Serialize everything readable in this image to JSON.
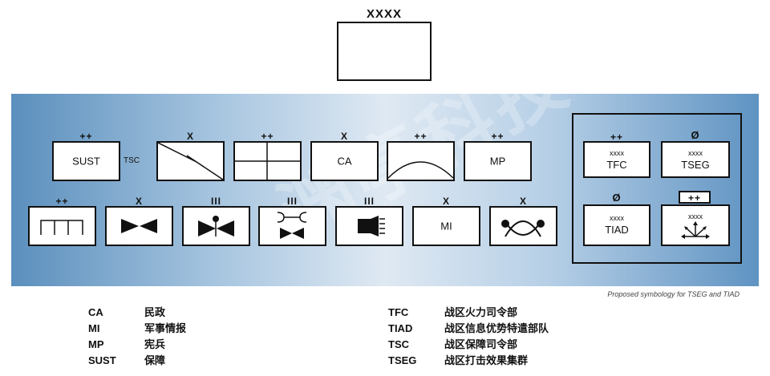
{
  "top_unit": {
    "echelon": "XXXX"
  },
  "row1": [
    {
      "echelon": "++",
      "label": "SUST",
      "side_label": "TSC"
    },
    {
      "echelon": "X"
    },
    {
      "echelon": "++"
    },
    {
      "echelon": "X",
      "label": "CA"
    },
    {
      "echelon": "++"
    },
    {
      "echelon": "++",
      "label": "MP"
    }
  ],
  "row2": [
    {
      "echelon": "++"
    },
    {
      "echelon": "X"
    },
    {
      "echelon": "III"
    },
    {
      "echelon": "III"
    },
    {
      "echelon": "III"
    },
    {
      "echelon": "X",
      "label": "MI"
    },
    {
      "echelon": "X"
    }
  ],
  "proposed": [
    {
      "echelon": "++",
      "sub": "xxxx",
      "label": "TFC"
    },
    {
      "echelon": "Ø",
      "sub": "xxxx",
      "label": "TSEG"
    },
    {
      "echelon": "Ø",
      "sub": "xxxx",
      "label": "TIAD"
    },
    {
      "echelon": "++",
      "sub": "xxxx"
    }
  ],
  "caption": "Proposed symbology for TSEG and TIAD",
  "watermark": "渊亭科技",
  "legend_left": [
    {
      "abbr": "CA",
      "desc": "民政"
    },
    {
      "abbr": "MI",
      "desc": "军事情报"
    },
    {
      "abbr": "MP",
      "desc": "宪兵"
    },
    {
      "abbr": "SUST",
      "desc": "保障"
    }
  ],
  "legend_right": [
    {
      "abbr": "TFC",
      "desc": "战区火力司令部"
    },
    {
      "abbr": "TIAD",
      "desc": "战区信息优势特遣部队"
    },
    {
      "abbr": "TSC",
      "desc": "战区保障司令部"
    },
    {
      "abbr": "TSEG",
      "desc": "战区打击效果集群"
    }
  ]
}
